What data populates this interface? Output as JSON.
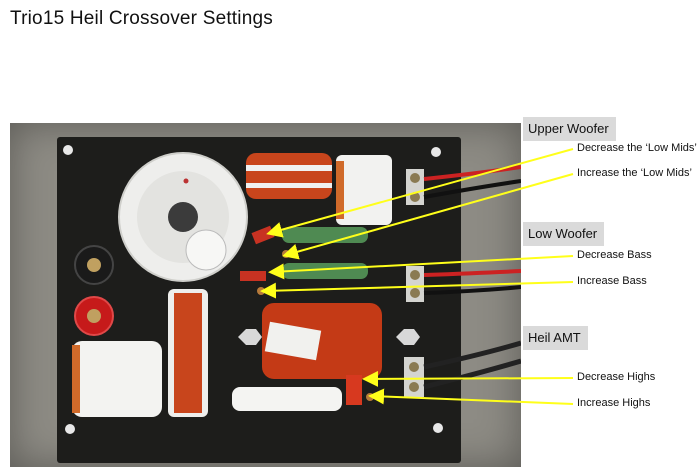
{
  "title": "Trio15 Heil Crossover Settings",
  "colors": {
    "background": "#ffffff",
    "header_bg": "#dadada",
    "arrow": "#ffff1a",
    "pcb": "#1d1d1b",
    "copper_coil": "#c43a16"
  },
  "sections": {
    "upper_woofer": {
      "label": "Upper Woofer",
      "decrease": "Decrease the ‘Low Mids’",
      "increase": "Increase the ‘Low Mids’"
    },
    "low_woofer": {
      "label": "Low Woofer",
      "decrease": "Decrease Bass",
      "increase": "Increase Bass"
    },
    "heil_amt": {
      "label": "Heil AMT",
      "decrease": "Decrease Highs",
      "increase": "Increase Highs"
    }
  }
}
